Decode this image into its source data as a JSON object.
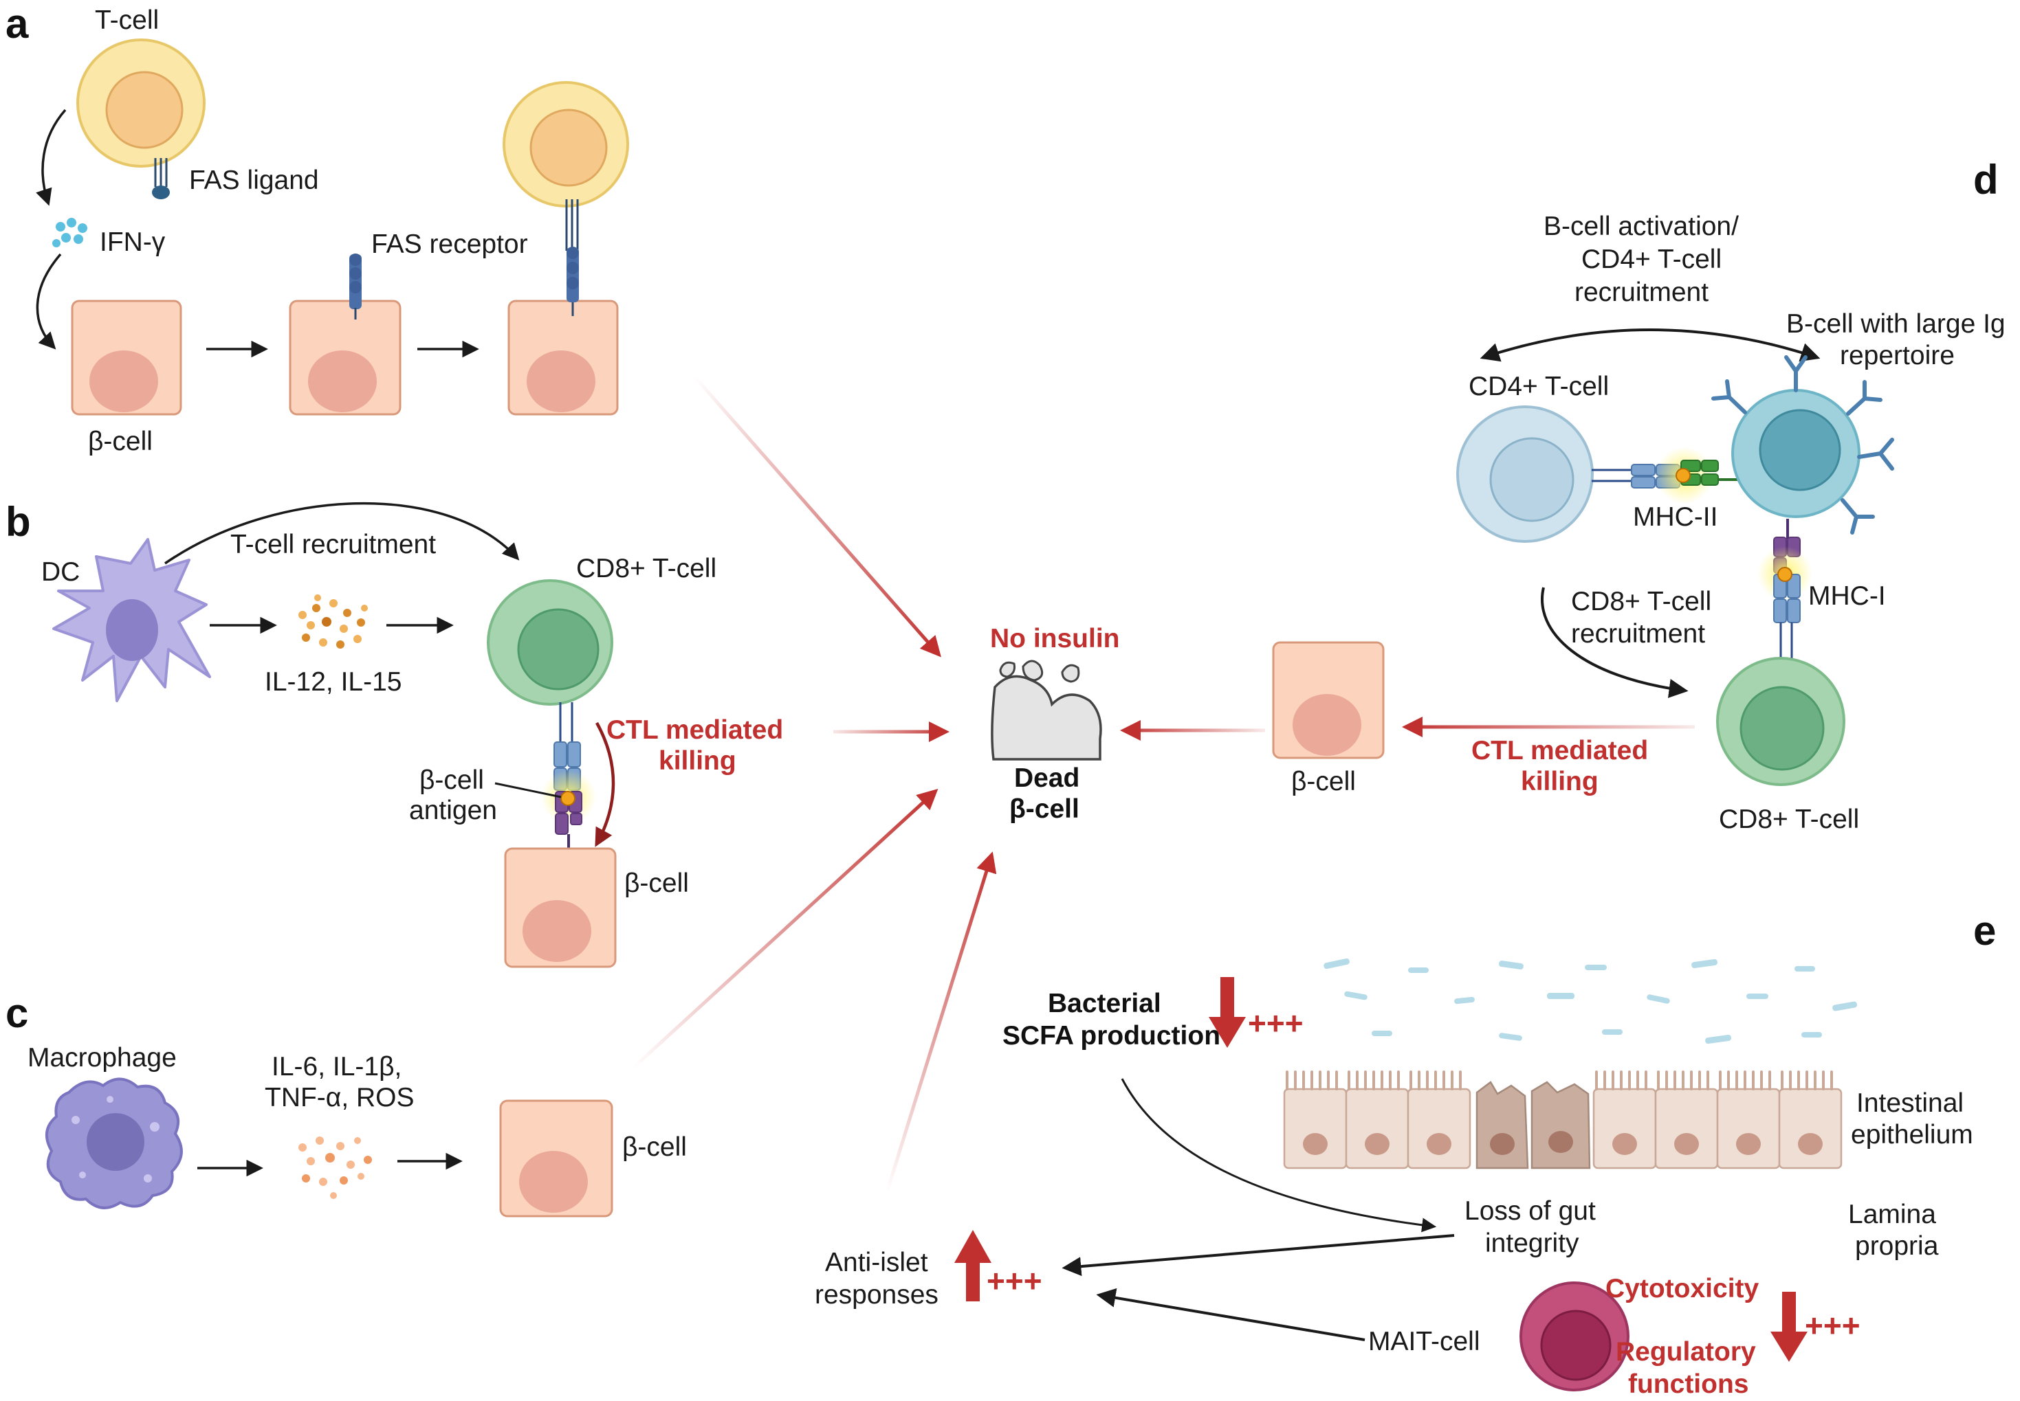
{
  "panels": {
    "a": "a",
    "b": "b",
    "c": "c",
    "d": "d",
    "e": "e"
  },
  "panel_a": {
    "t_cell": "T-cell",
    "fas_ligand": "FAS ligand",
    "ifn": "IFN-γ",
    "fas_receptor": "FAS receptor",
    "beta_cell": "β-cell"
  },
  "panel_b": {
    "dc": "DC",
    "recruitment": "T-cell recruitment",
    "cytokines": "IL-12, IL-15",
    "cd8": "CD8+ T-cell",
    "ctl_line1": "CTL mediated",
    "ctl_line2": "killing",
    "antigen_line1": "β-cell",
    "antigen_line2": "antigen",
    "beta_cell": "β-cell"
  },
  "panel_c": {
    "macrophage": "Macrophage",
    "cytokines_line1": "IL-6, IL-1β,",
    "cytokines_line2": "TNF-α, ROS",
    "beta_cell": "β-cell"
  },
  "center": {
    "no_insulin": "No insulin",
    "dead_line1": "Dead",
    "dead_line2": "β-cell"
  },
  "panel_d": {
    "activation_line1": "B-cell activation/",
    "activation_line2": "CD4+ T-cell",
    "activation_line3": "recruitment",
    "bcell_line1": "B-cell with large Ig",
    "bcell_line2": "repertoire",
    "cd4": "CD4+ T-cell",
    "mhc2": "MHC-II",
    "mhc1": "MHC-I",
    "cd8_recruit_line1": "CD8+ T-cell",
    "cd8_recruit_line2": "recruitment",
    "beta_cell": "β-cell",
    "ctl_line1": "CTL mediated",
    "ctl_line2": "killing",
    "cd8": "CD8+ T-cell"
  },
  "panel_e": {
    "bacterial_line1": "Bacterial",
    "bacterial_line2": "SCFA production",
    "plus": "+++",
    "epithelium_line1": "Intestinal",
    "epithelium_line2": "epithelium",
    "loss_line1": "Loss of gut",
    "loss_line2": "integrity",
    "lamina_line1": "Lamina",
    "lamina_line2": "propria",
    "anti_line1": "Anti-islet",
    "anti_line2": "responses",
    "mait": "MAIT-cell",
    "cytotoxicity": "Cytotoxicity",
    "regulatory_line1": "Regulatory",
    "regulatory_line2": "functions"
  },
  "colors": {
    "red": "#c0302e",
    "beta_fill": "#fcd3bc",
    "tcell_fill": "#fbe7a8",
    "cd8_fill": "#a6d4ae",
    "dc_fill": "#b9b3e6",
    "bcell_fill": "#9fd1dc",
    "cd4_fill": "#cfe3ee",
    "mait_fill": "#c2507a"
  }
}
